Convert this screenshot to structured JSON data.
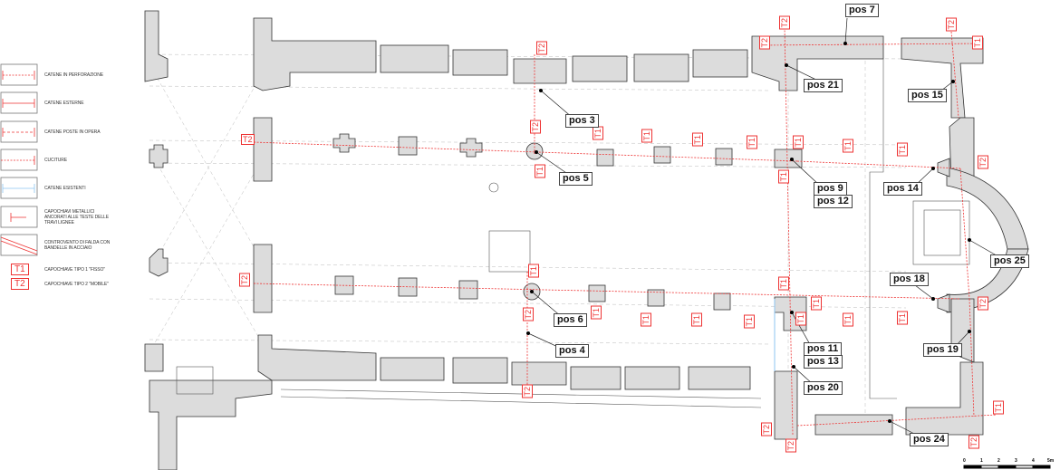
{
  "legend": {
    "items": [
      {
        "label": "CATENE IN PERFORAZIONE"
      },
      {
        "label": "CATENE ESTERNE"
      },
      {
        "label": "CATENE POSTE IN OPERA"
      },
      {
        "label": "CUCITURE"
      },
      {
        "label": "CATENE ESISTENTI"
      },
      {
        "label": "CAPOCHIAVI METALLICI ANCORATI ALLE TESTE DELLE TRAVI LIGNEE"
      },
      {
        "label": "CONTROVENTO DI FALDA CON BANDELLE IN ACCIAIO"
      }
    ],
    "type1": {
      "tag": "T1",
      "label": "CAPOCHIAVE TIPO 1 \"FISSO\""
    },
    "type2": {
      "tag": "T2",
      "label": "CAPOCHIAVE TIPO 2 \"MOBILE\""
    }
  },
  "tags": {
    "t1": "T1",
    "t2": "T2"
  },
  "positions": {
    "p7": "pos 7",
    "p21": "pos 21",
    "p15": "pos 15",
    "p3": "pos 3",
    "p5": "pos 5",
    "p9": "pos 9",
    "p12": "pos 12",
    "p14": "pos 14",
    "p25": "pos 25",
    "p18": "pos 18",
    "p6": "pos 6",
    "p4": "pos 4",
    "p11": "pos 11",
    "p13": "pos 13",
    "p19": "pos 19",
    "p20": "pos 20",
    "p24": "pos 24"
  },
  "scale_bar": {
    "ticks": [
      "0",
      "1",
      "2",
      "3",
      "4",
      "5m"
    ]
  },
  "colors": {
    "wall": "#dcdcdc",
    "tie": "#e33333",
    "existing": "#8cc4f0",
    "line": "#333333"
  }
}
